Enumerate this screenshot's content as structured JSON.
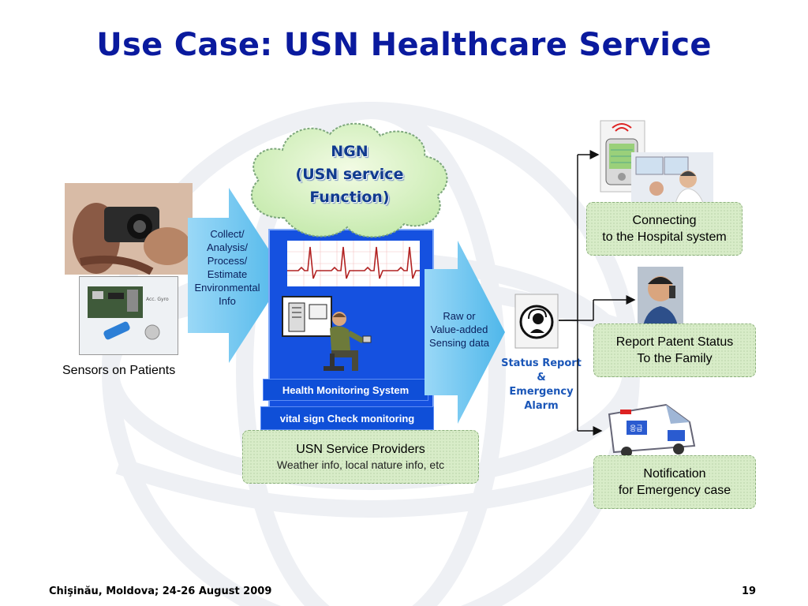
{
  "slide": {
    "title": "Use Case: USN Healthcare Service",
    "footer_left": "Chişinău, Moldova; 24-26 August 2009",
    "page_number": "19"
  },
  "sensors": {
    "caption": "Sensors on Patients"
  },
  "collect_arrow": {
    "lines": [
      "Collect/",
      "Analysis/",
      "Process/",
      "Estimate",
      "Environmental",
      "Info"
    ]
  },
  "cloud": {
    "lines": [
      "NGN",
      "(USN service",
      "Function)"
    ]
  },
  "health_monitoring": {
    "label": "Health Monitoring System"
  },
  "vital_sign": {
    "label": "vital sign Check monitoring"
  },
  "providers": {
    "title": "USN Service Providers",
    "subtitle": "Weather info, local nature info, etc"
  },
  "raw_arrow": {
    "lines": [
      "Raw or",
      "Value-added",
      "Sensing data"
    ]
  },
  "status_report": {
    "lines": [
      "Status Report",
      "&",
      "Emergency",
      "Alarm"
    ]
  },
  "outputs": {
    "hospital": {
      "line1": "Connecting",
      "line2": "to the Hospital system"
    },
    "family": {
      "line1": "Report Patent Status",
      "line2": "To the Family"
    },
    "emergency": {
      "line1": "Notification",
      "line2": "for Emergency case"
    }
  },
  "icons": [
    "camera-sensor-photo",
    "circuit-board-photo",
    "ecg-waveform",
    "monitor-icon",
    "operator-figure",
    "headset-icon",
    "pda-icon",
    "doctor-photo",
    "person-phone-photo",
    "ambulance-icon"
  ],
  "colors": {
    "title": "#0a1a9e",
    "accent_blue": "#0f4fd8",
    "green_box": "#d8ecc8",
    "arrow_blue": "#6fc6f0",
    "status_text": "#1a56b8"
  }
}
